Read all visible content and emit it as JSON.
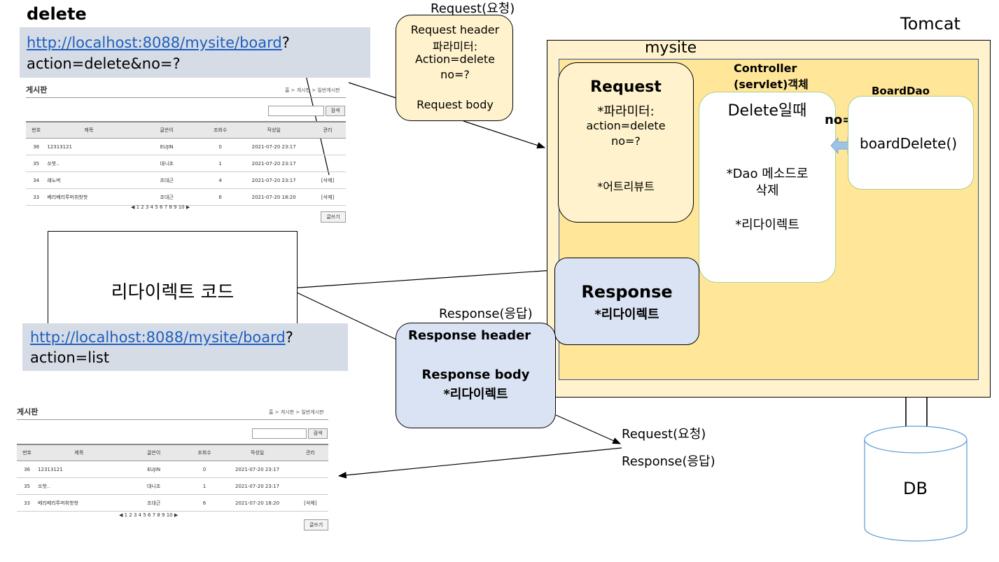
{
  "top": {
    "heading": "delete",
    "url_link": "http://localhost:8088/mysite/board",
    "url_qmark": "?",
    "url_query": "action=delete&no=?"
  },
  "request_bubble": {
    "title": "Request(요청)",
    "line1": "Request header",
    "line2": "파라미터:",
    "line3": "Action=delete",
    "line4": "no=?",
    "line5": "Request body"
  },
  "tomcat": {
    "label": "Tomcat",
    "mysite_label": "mysite",
    "request_box": {
      "title": "Request",
      "param": "*파라미터:",
      "action": "action=delete",
      "no": "no=?",
      "attr": "*어트리뷰트"
    },
    "controller": {
      "title1": "Controller",
      "title2": "(servlet)객체",
      "when": "Delete일때",
      "dao_line1": "*Dao 메소드로",
      "dao_line2": "삭제",
      "redirect": "*리다이렉트"
    },
    "no_param": "no=?",
    "dao": {
      "title": "BoardDao",
      "method": "boardDelete()"
    },
    "response_box": {
      "title": "Response",
      "redirect": "*리다이렉트"
    }
  },
  "redirect_code": "리다이렉트 코드",
  "list_url": {
    "url_link": "http://localhost:8088/mysite/board",
    "url_qmark": "?",
    "url_query": "action=list"
  },
  "response_bubble": {
    "title": "Response(응답)",
    "header": "Response header",
    "body": "Response body",
    "redirect": "*리다이렉트"
  },
  "req_resp_labels": {
    "request": "Request(요청)",
    "response": "Response(응답)"
  },
  "db": {
    "label": "DB"
  },
  "board": {
    "title": "게시판",
    "breadcrumb": "홈 > 게시판 > 일반게시판",
    "search_button": "검색",
    "headers": [
      "번호",
      "제목",
      "글쓴이",
      "조회수",
      "작성일",
      "관리"
    ],
    "pages": "◀  1  2  3  4  5  6  7  8  9  10  ▶",
    "write_button": "글쓰기"
  },
  "board_top_rows": [
    [
      "36",
      "12313121",
      "EUJIN",
      "0",
      "2021-07-20 23:17",
      ""
    ],
    [
      "35",
      "쏘핫..",
      "대니조",
      "1",
      "2021-07-20 23:17",
      ""
    ],
    [
      "34",
      "래노버",
      "조대근",
      "4",
      "2021-07-20 23:17",
      "[삭제]"
    ],
    [
      "33",
      "베리베리투머취핫핫",
      "조대근",
      "6",
      "2021-07-20 18:20",
      "[삭제]"
    ]
  ],
  "board_bottom_rows": [
    [
      "36",
      "12313121",
      "EUJIN",
      "0",
      "2021-07-20 23:17",
      ""
    ],
    [
      "35",
      "쏘핫..",
      "대니조",
      "1",
      "2021-07-20 23:17",
      ""
    ],
    [
      "33",
      "베리베리투머취핫핫",
      "조대근",
      "6",
      "2021-07-20 18:20",
      "[삭제]"
    ]
  ]
}
